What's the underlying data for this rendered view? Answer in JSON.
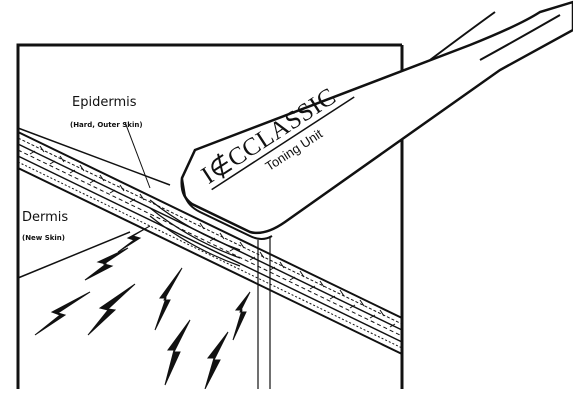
{
  "labels": {
    "epidermis": {
      "title": "Epidermis",
      "sub": "(Hard, Outer Skin)"
    },
    "dermis": {
      "title": "Dermis",
      "sub": "(New Skin)"
    }
  },
  "device": {
    "brand": "CLASSIC",
    "monogram": "I∉C",
    "subtitle": "Toning Unit"
  },
  "colors": {
    "ink": "#111111",
    "paper": "#ffffff"
  }
}
